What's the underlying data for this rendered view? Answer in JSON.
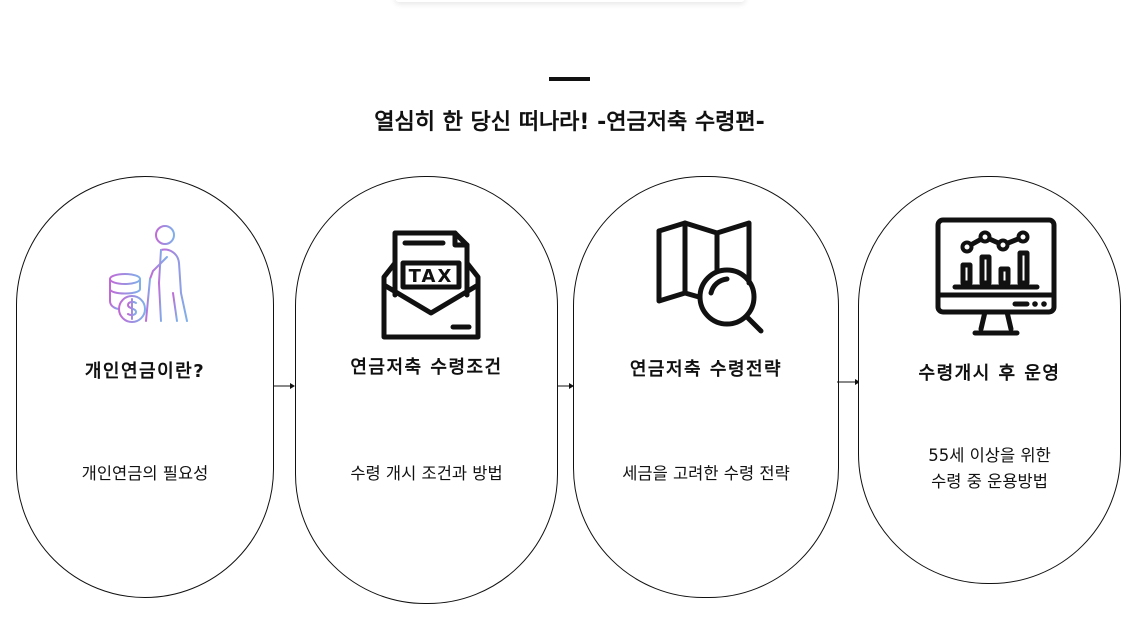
{
  "page_title": "열심히 한 당신 떠나라! -연금저축 수령편-",
  "steps": [
    {
      "title": "개인연금이란?",
      "description_lines": [
        "개인연금의 필요성"
      ],
      "icon": "retiree-money-icon"
    },
    {
      "title": "연금저축 수령조건",
      "description_lines": [
        "수령 개시 조건과 방법"
      ],
      "icon": "tax-envelope-icon",
      "icon_text": "TAX"
    },
    {
      "title": "연금저축 수령전략",
      "description_lines": [
        "세금을 고려한 수령 전략"
      ],
      "icon": "map-search-icon"
    },
    {
      "title": "수령개시 후 운영",
      "description_lines": [
        "55세 이상을 위한",
        "수령 중 운용방법"
      ],
      "icon": "monitor-chart-icon"
    }
  ],
  "colors": {
    "text": "#111111",
    "icon_gradient_start": "#c06ad6",
    "icon_gradient_end": "#7fb0ea"
  }
}
